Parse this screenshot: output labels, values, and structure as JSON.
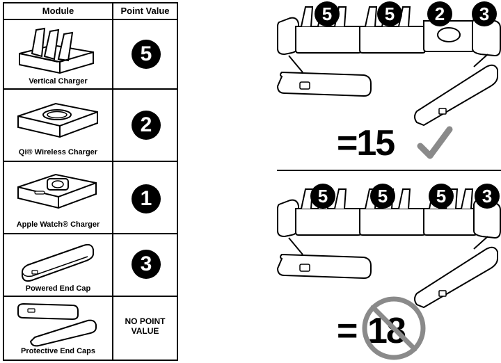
{
  "table": {
    "header_module": "Module",
    "header_point_value": "Point Value",
    "rows": [
      {
        "label": "Vertical Charger",
        "value": "5"
      },
      {
        "label": "Qi® Wireless Charger",
        "value": "2"
      },
      {
        "label": "Apple Watch® Charger",
        "value": "1"
      },
      {
        "label": "Powered End Cap",
        "value": "3"
      },
      {
        "label": "Protective End Caps",
        "value_line1": "NO POINT",
        "value_line2": "VALUE"
      }
    ]
  },
  "example_top": {
    "numbers": [
      "5",
      "5",
      "2",
      "3"
    ],
    "result": "=15",
    "result_icon": "checkmark-icon"
  },
  "example_bottom": {
    "numbers": [
      "5",
      "5",
      "5",
      "3"
    ],
    "result_prefix": "=",
    "result_value": "18",
    "result_icon": "prohibited-icon"
  }
}
